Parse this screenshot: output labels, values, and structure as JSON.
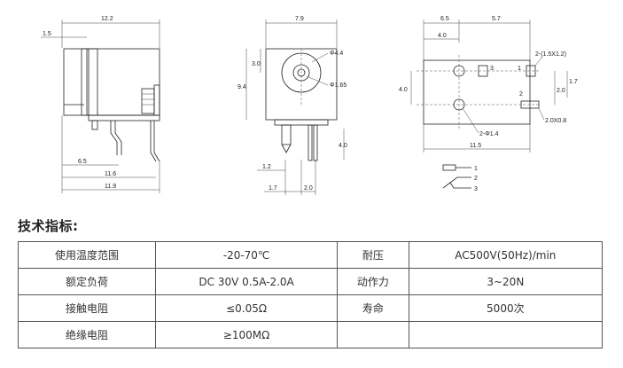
{
  "drawing": {
    "left_view": {
      "dims": {
        "top": "12.2",
        "left": "1.5",
        "d1": "6.5",
        "d2": "11.6",
        "d3": "11.9"
      }
    },
    "front_view": {
      "dims": {
        "top": "7.9",
        "hole_outer": "Φ4.4",
        "hole_inner": "Φ1.65",
        "vert": "3.0",
        "height": "9.4",
        "pin_len": "4.0",
        "a": "1.2",
        "b": "1.7",
        "c": "2.0"
      }
    },
    "pcb_view": {
      "dims": {
        "left_top": "6.5",
        "right_top": "5.7",
        "inner": "4.0",
        "pad_label": "2-(1.5X1.2)",
        "left_h": "4.0",
        "r1": "2.0",
        "r2": "1.7",
        "slot": "2.0X0.8",
        "holes": "2-Φ1.4",
        "bottom": "11.5"
      },
      "pin_labels": {
        "p1": "1",
        "p2": "2",
        "p3": "3"
      }
    },
    "schematic": {
      "n1": "1",
      "n2": "2",
      "n3": "3"
    }
  },
  "spec": {
    "title": "技术指标:",
    "rows": [
      {
        "label1": "使用温度范围",
        "value1": "-20-70℃",
        "label2": "耐压",
        "value2": "AC500V(50Hz)/min"
      },
      {
        "label1": "额定负荷",
        "value1": "DC 30V 0.5A-2.0A",
        "label2": "动作力",
        "value2": "3~20N"
      },
      {
        "label1": "接触电阻",
        "value1": "≤0.05Ω",
        "label2": "寿命",
        "value2": "5000次"
      },
      {
        "label1": "绝缘电阻",
        "value1": "≥100MΩ",
        "label2": "",
        "value2": ""
      }
    ]
  }
}
